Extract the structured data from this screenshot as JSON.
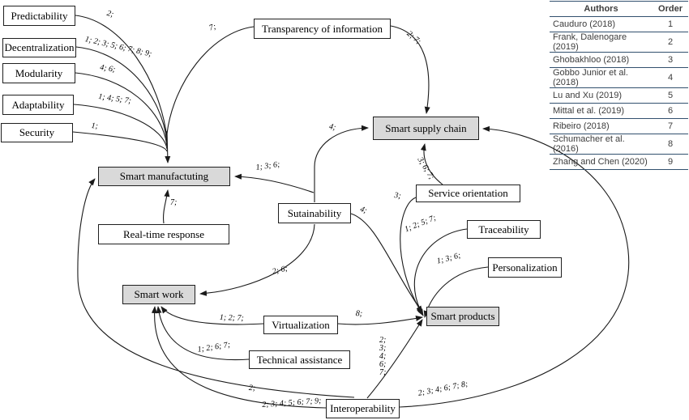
{
  "diagram": {
    "nodes": [
      {
        "label": "Predictability",
        "highlighted": false
      },
      {
        "label": "Decentralization",
        "highlighted": false
      },
      {
        "label": "Modularity",
        "highlighted": false
      },
      {
        "label": "Adaptability",
        "highlighted": false
      },
      {
        "label": "Security",
        "highlighted": false
      },
      {
        "label": "Transparency of information",
        "highlighted": false
      },
      {
        "label": "Smart supply chain",
        "highlighted": true
      },
      {
        "label": "Smart manufactuting",
        "highlighted": true
      },
      {
        "label": "Real-time response",
        "highlighted": false
      },
      {
        "label": "Sutainability",
        "highlighted": false
      },
      {
        "label": "Service orientation",
        "highlighted": false
      },
      {
        "label": "Traceability",
        "highlighted": false
      },
      {
        "label": "Personalization",
        "highlighted": false
      },
      {
        "label": "Smart work",
        "highlighted": true
      },
      {
        "label": "Virtualization",
        "highlighted": false
      },
      {
        "label": "Technical assistance",
        "highlighted": false
      },
      {
        "label": "Smart products",
        "highlighted": true
      },
      {
        "label": "Interoperability",
        "highlighted": false
      }
    ],
    "edges": [
      {
        "from": "Predictability",
        "to": "Smart manufactuting",
        "label": "2;"
      },
      {
        "from": "Decentralization",
        "to": "Smart manufactuting",
        "label": "1; 2; 3; 5; 6; 7; 8; 9;"
      },
      {
        "from": "Modularity",
        "to": "Smart manufactuting",
        "label": "4; 6;"
      },
      {
        "from": "Adaptability",
        "to": "Smart manufactuting",
        "label": "1; 4; 5; 7;"
      },
      {
        "from": "Security",
        "to": "Smart manufactuting",
        "label": "1;"
      },
      {
        "from": "Transparency of information",
        "to": "Smart manufactuting",
        "label": "7;"
      },
      {
        "from": "Transparency of information",
        "to": "Smart supply chain",
        "label": "2; 7;"
      },
      {
        "from": "Sutainability",
        "to": "Smart supply chain",
        "label": "4;"
      },
      {
        "from": "Sutainability",
        "to": "Smart manufactuting",
        "label": "1; 3; 6;"
      },
      {
        "from": "Real-time response",
        "to": "Smart manufactuting",
        "label": "7;"
      },
      {
        "from": "Sutainability",
        "to": "Smart work",
        "label": "2; 6;"
      },
      {
        "from": "Sutainability",
        "to": "Smart products",
        "label": "4;"
      },
      {
        "from": "Service orientation",
        "to": "Smart supply chain",
        "label": "3; 6; 7;"
      },
      {
        "from": "Service orientation",
        "to": "Smart products",
        "label": "3;"
      },
      {
        "from": "Traceability",
        "to": "Smart products",
        "label": "1; 2; 5; 7;"
      },
      {
        "from": "Personalization",
        "to": "Smart products",
        "label": "1; 3; 6;"
      },
      {
        "from": "Virtualization",
        "to": "Smart products",
        "label": "8;"
      },
      {
        "from": "Virtualization",
        "to": "Smart work",
        "label": "1; 2; 7;"
      },
      {
        "from": "Technical assistance",
        "to": "Smart work",
        "label": "1; 2; 6; 7;"
      },
      {
        "from": "Interoperability",
        "to": "Smart work",
        "label": "2; 3; 4; 5; 6; 7; 9;"
      },
      {
        "from": "Interoperability",
        "to": "Smart products",
        "label": "2; 3; 4; 6; 7;"
      },
      {
        "from": "Interoperability",
        "to": "Smart supply chain",
        "label": "2; 3; 4; 6; 7; 8;"
      },
      {
        "from": "Interoperability",
        "to": "Smart manufactuting",
        "label": "2;"
      }
    ]
  },
  "table": {
    "headers": {
      "authors": "Authors",
      "order": "Order"
    },
    "rows": [
      {
        "author": "Cauduro (2018)",
        "order": "1"
      },
      {
        "author": "Frank, Dalenogare (2019)",
        "order": "2"
      },
      {
        "author": "Ghobakhloo (2018)",
        "order": "3"
      },
      {
        "author": "Gobbo Junior et al. (2018)",
        "order": "4"
      },
      {
        "author": "Lu and Xu (2019)",
        "order": "5"
      },
      {
        "author": "Mittal et al. (2019)",
        "order": "6"
      },
      {
        "author": "Ribeiro (2018)",
        "order": "7"
      },
      {
        "author": "Schumacher et al. (2016)",
        "order": "8"
      },
      {
        "author": "Zhang and Chen (2020)",
        "order": "9"
      }
    ]
  },
  "colors": {
    "node_fill": "#ffffff",
    "highlight_node_fill": "#d9d9d9",
    "edge_line": "#1a1a1a",
    "table_line": "#32506e",
    "table_text": "#3c3c3c"
  }
}
